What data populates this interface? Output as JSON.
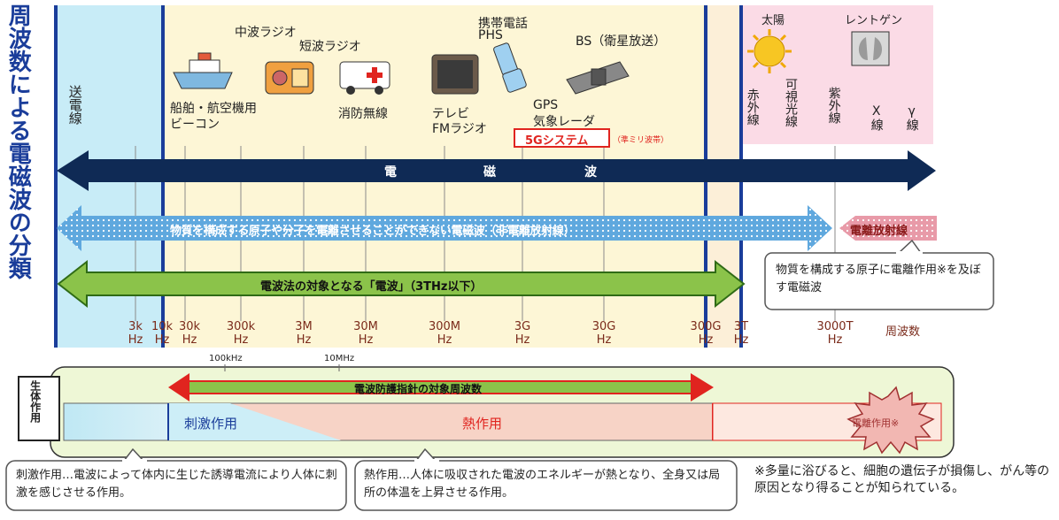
{
  "title": "周波数による電磁波の分類",
  "top_bands": {
    "power_line": "送電線",
    "ship": "船舶・航空機用",
    "beacon": "ビーコン",
    "am": "中波ラジオ",
    "sw": "短波ラジオ",
    "fire": "消防無線",
    "tv": "テレビ",
    "fm": "FMラジオ",
    "mobile": "携帯電話",
    "phs": "PHS",
    "gps": "GPS",
    "radar": "気象レーダ",
    "bs": "BS（衛星放送）",
    "fiveg": "5Gシステム",
    "fiveg_note": "（準ミリ波帯）",
    "sun": "太陽",
    "xray": "レントゲン",
    "infrared": "赤外線",
    "visible": "可視光線",
    "uv": "紫外線",
    "x": "X線",
    "gamma": "γ線"
  },
  "arrows": {
    "em_wave": [
      "電",
      "磁",
      "波"
    ],
    "nonionizing": "物質を構成する原子や分子を電離させることができない電磁波（非電離放射線）",
    "ionizing": "電離放射線",
    "radio_law": "電波法の対象となる「電波」（3THz以下）",
    "guideline": "電波防護指針の対象周波数"
  },
  "ionizing_note": "物質を構成する原子に電離作用※を及ぼす電磁波",
  "freq_labels": [
    {
      "v": "3k",
      "u": "Hz"
    },
    {
      "v": "10k",
      "u": "Hz"
    },
    {
      "v": "30k",
      "u": "Hz"
    },
    {
      "v": "300k",
      "u": "Hz"
    },
    {
      "v": "3M",
      "u": "Hz"
    },
    {
      "v": "30M",
      "u": "Hz"
    },
    {
      "v": "300M",
      "u": "Hz"
    },
    {
      "v": "3G",
      "u": "Hz"
    },
    {
      "v": "30G",
      "u": "Hz"
    },
    {
      "v": "300G",
      "u": "Hz"
    },
    {
      "v": "3T",
      "u": "Hz"
    },
    {
      "v": "3000T",
      "u": "Hz"
    }
  ],
  "freq_axis_label": "周波数",
  "small_ticks": {
    "a": "100kHz",
    "b": "10MHz"
  },
  "body_effect": {
    "label": "生体作用",
    "stim": "刺激作用",
    "heat": "熱作用",
    "ion": "電離作用※"
  },
  "notes": {
    "stim": "刺激作用…電波によって体内に生じた誘導電流により人体に刺激を感じさせる作用。",
    "heat": "熱作用…人体に吸収された電波のエネルギーが熱となり、全身又は局所の体温を上昇させる作用。",
    "footnote": "※多量に浴びると、細胞の遺伝子が損傷し、がん等の原因となり得ることが知られている。"
  },
  "colors": {
    "navy": "#0f2a55",
    "blue_line": "#1a3d9a",
    "cream": "#fdf6d6",
    "light_blue": "#c8ecf7",
    "pink": "#fbdbe6",
    "green": "#8bc34a",
    "red": "#e0241f",
    "salmon": "#f7d3c6"
  }
}
